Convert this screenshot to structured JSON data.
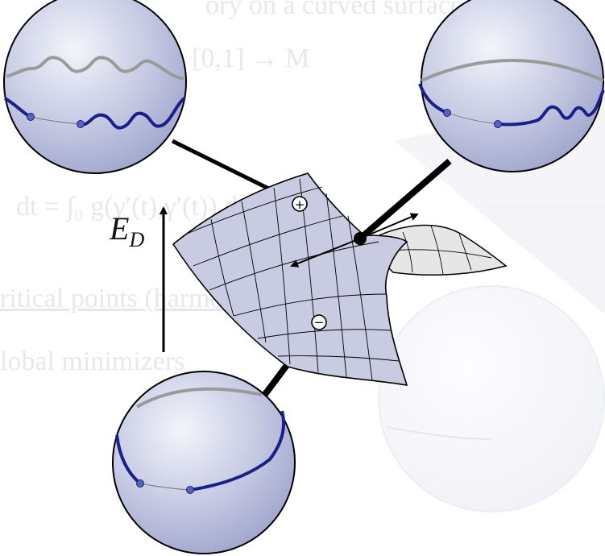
{
  "background_text": [
    "ory on a curved surface (M,g)",
    "[0,1] → M",
    "dt = ∫₀ g(γ′(t),γ′(t)) dt",
    "ritical points (harmonic)",
    "lobal minimizers"
  ],
  "energy_axis": {
    "symbol": "E",
    "subscript": "D"
  },
  "markers": {
    "maximum": "+",
    "minimum": "−"
  },
  "colors": {
    "sphere_fill": "#b9bedb",
    "surface_fill": "#c9cbe2",
    "surface_back": "#e6e6e6",
    "curve_dark": "#1a1f8a",
    "curve_grey": "#9a9a9a",
    "ink": "#000000"
  }
}
